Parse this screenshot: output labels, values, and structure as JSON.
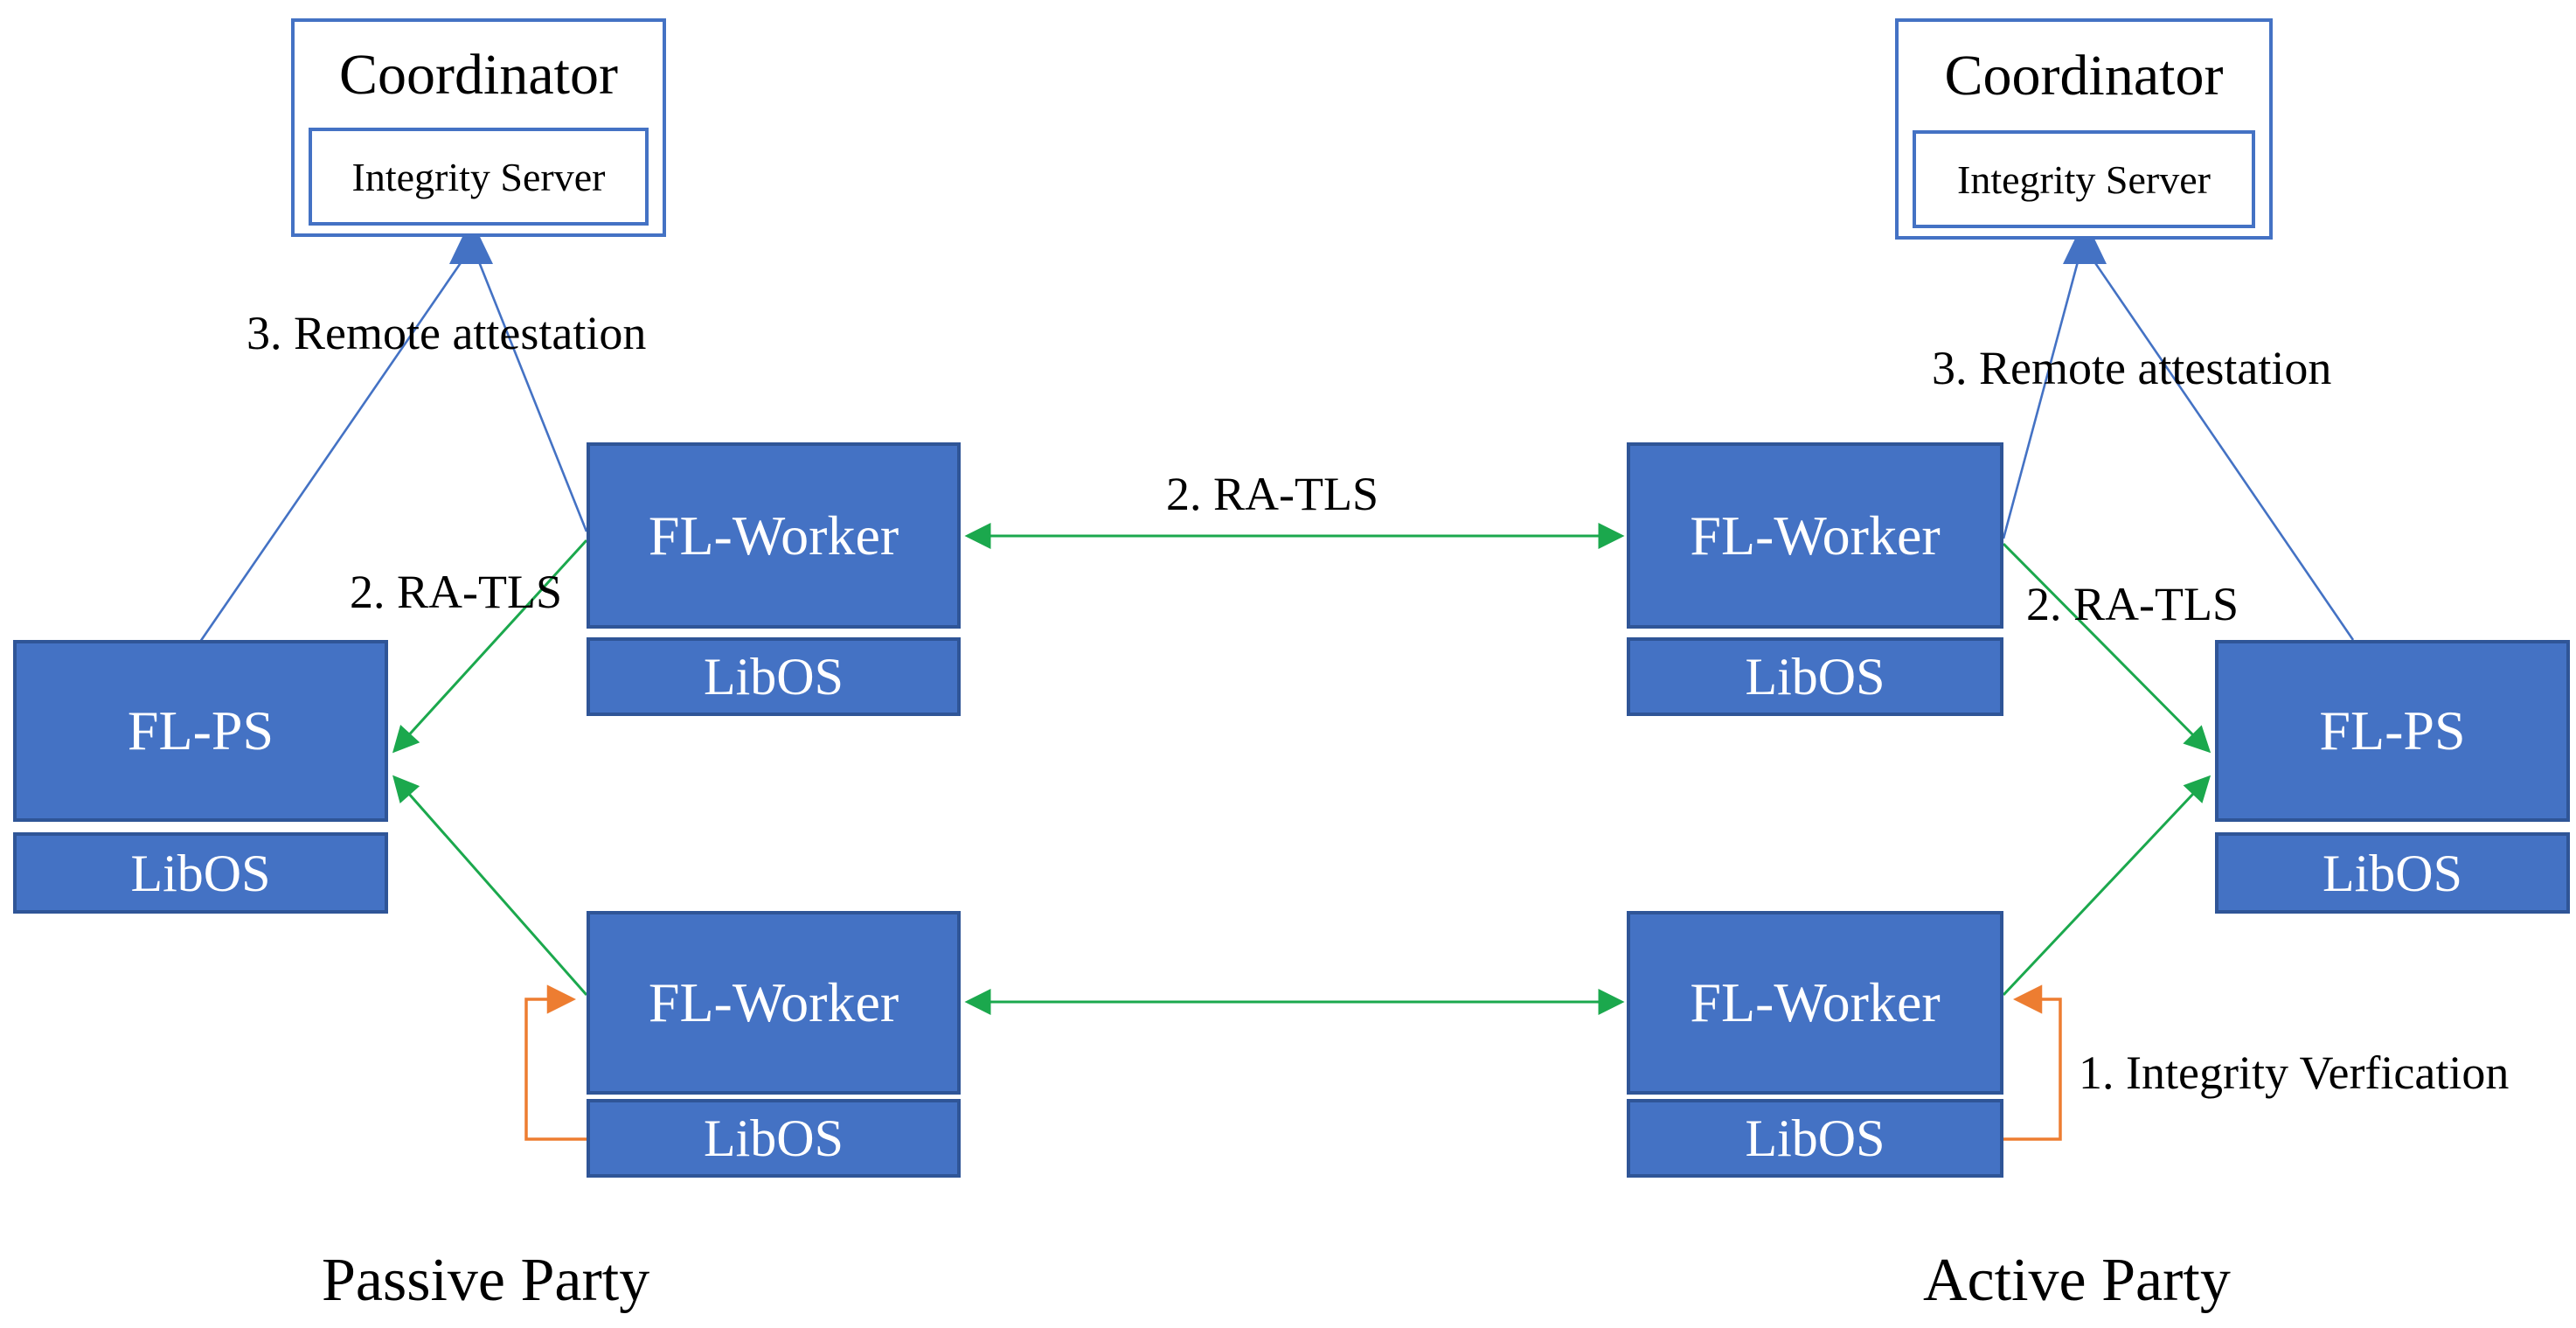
{
  "node_labels": {
    "coordinator": "Coordinator",
    "integrity_server": "Integrity Server",
    "fl_worker": "FL-Worker",
    "fl_ps": "FL-PS",
    "libos": "LibOS"
  },
  "edge_labels": {
    "integrity_verification": "1. Integrity Verfication",
    "ra_tls": "2. RA-TLS",
    "remote_attestation": "3. Remote attestation"
  },
  "party_labels": {
    "passive": "Passive Party",
    "active": "Active Party"
  },
  "colors": {
    "background": "#FFFFFF",
    "text": "#000000",
    "node_fill": "#4472C4",
    "node_border": "#2F5597",
    "node_text": "#FFFFFF",
    "coordinator_border": "#4472C4",
    "attestation_line": "#4472C4",
    "ra_tls_arrow": "#1BA84D",
    "integrity_arrow": "#ED7D31"
  }
}
